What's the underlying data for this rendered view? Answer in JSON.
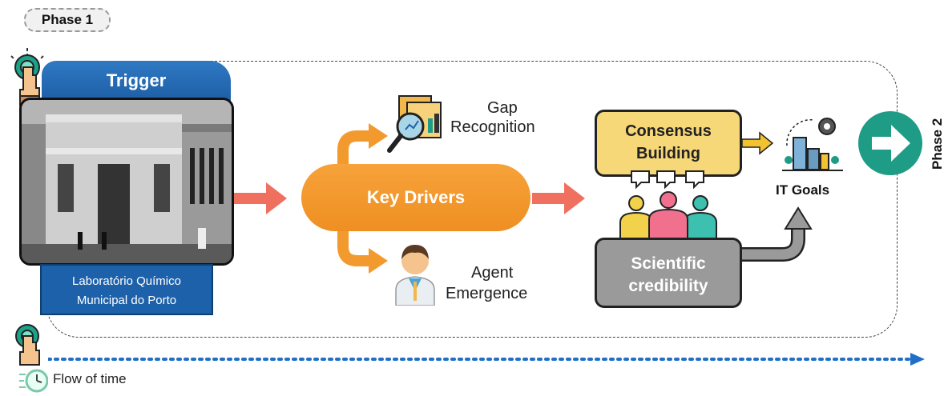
{
  "phase1_label": "Phase 1",
  "phase2_label": "Phase 2",
  "trigger": {
    "title": "Trigger",
    "caption_line1": "Laboratório Químico",
    "caption_line2": "Municipal do Porto"
  },
  "key_drivers": {
    "label": "Key Drivers",
    "gap_line1": "Gap",
    "gap_line2": "Recognition",
    "agent_line1": "Agent",
    "agent_line2": "Emergence"
  },
  "consensus": {
    "line1": "Consensus",
    "line2": "Building"
  },
  "scientific": {
    "line1": "Scientific",
    "line2": "credibility"
  },
  "it_goals": "IT Goals",
  "flow_of_time": "Flow of time",
  "colors": {
    "trigger_blue": "#1d61aa",
    "orange": "#f29a2e",
    "salmon_arrow": "#f07060",
    "consensus_yellow": "#f7d878",
    "gray": "#9a9a9a",
    "teal": "#1e9c86",
    "timeline_blue": "#1f6fc7"
  },
  "icons": [
    "touch-hand-icon",
    "magnifier-chart-icon",
    "doctor-icon",
    "people-icon",
    "city-gear-icon",
    "arrow-circle-icon",
    "clock-icon"
  ]
}
